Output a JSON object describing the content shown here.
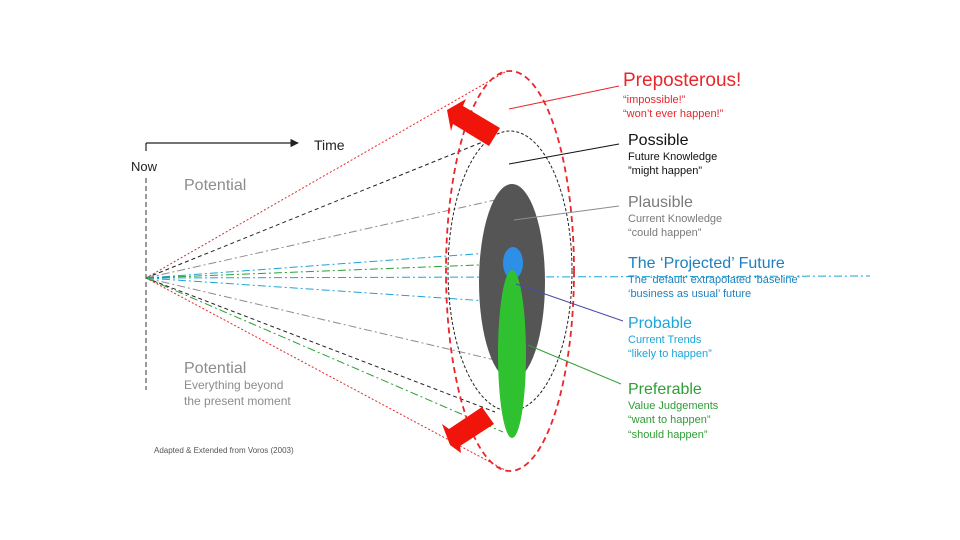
{
  "axis": {
    "now_label": "Now",
    "time_label": "Time"
  },
  "potential": {
    "upper_label": "Potential",
    "lower_label": "Potential",
    "lower_sub_1": "Everything beyond",
    "lower_sub_2": "the present moment"
  },
  "futures": {
    "preposterous": {
      "title": "Preposterous!",
      "line1": "“impossible!”",
      "line2": "“won’t ever happen!”",
      "color": "#e8262b"
    },
    "possible": {
      "title": "Possible",
      "line1": "Future Knowledge",
      "line2": "”might happen”",
      "color": "#111111"
    },
    "plausible": {
      "title": "Plausible",
      "line1": "Current Knowledge",
      "line2": "“could happen”",
      "color": "#7a7a7a"
    },
    "projected": {
      "title": "The ‘Projected’ Future",
      "line1": "The ‘default’ extrapolated ‘baseline’",
      "line2": "‘business as usual’ future",
      "color": "#1e7fbf"
    },
    "probable": {
      "title": "Probable",
      "line1": "Current Trends",
      "line2": "“likely to happen”",
      "color": "#1ba5d9"
    },
    "preferable": {
      "title": "Preferable",
      "line1": "Value Judgements",
      "line2": "“want to happen”",
      "line3": "“should happen”",
      "color": "#2e9e35"
    }
  },
  "credit": "Adapted & Extended  from Voros (2003)"
}
